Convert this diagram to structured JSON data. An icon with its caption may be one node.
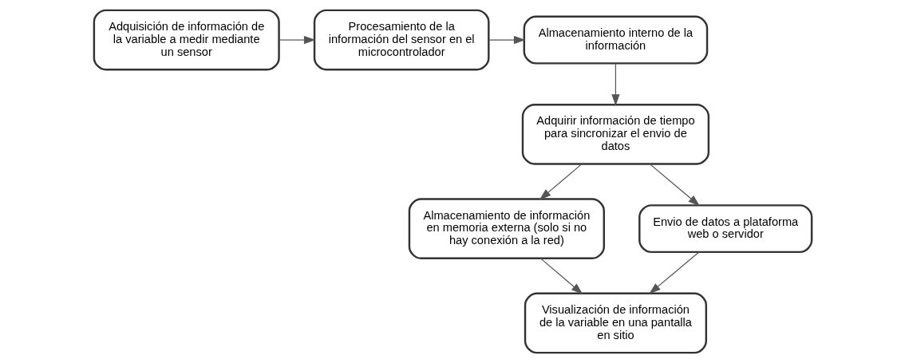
{
  "diagram": {
    "nodes": [
      {
        "text": [
          "Adquisición de información de la variable a medir mediante un sensor"
        ]
      },
      {
        "text": [
          "Procesamiento de la información del sensor en el microcontrolador"
        ]
      },
      {
        "text": [
          "Almacenamiento interno de la información"
        ]
      },
      {
        "text": [
          "Adquirir información de tiempo para sincronizar el envio de datos"
        ]
      },
      {
        "text": [
          "Almacenamiento de información en memoria externa (solo si no hay conexión a la red)"
        ]
      },
      {
        "text": [
          "Envio de datos a plataforma web o servidor"
        ]
      },
      {
        "text": [
          "Visualización de información de la variable en una pantalla en sitio"
        ]
      }
    ],
    "edges": [
      {
        "from": 0,
        "to": 1,
        "arrow": "to"
      },
      {
        "from": 1,
        "to": 2,
        "arrow": "to"
      },
      {
        "from": 2,
        "to": 3,
        "arrow": "to"
      },
      {
        "from": 3,
        "to": 4,
        "arrow": "to"
      },
      {
        "from": 3,
        "to": 5,
        "arrow": "to"
      },
      {
        "from": 4,
        "to": 6,
        "arrow": "to"
      },
      {
        "from": 5,
        "to": 6,
        "arrow": "to"
      }
    ]
  }
}
